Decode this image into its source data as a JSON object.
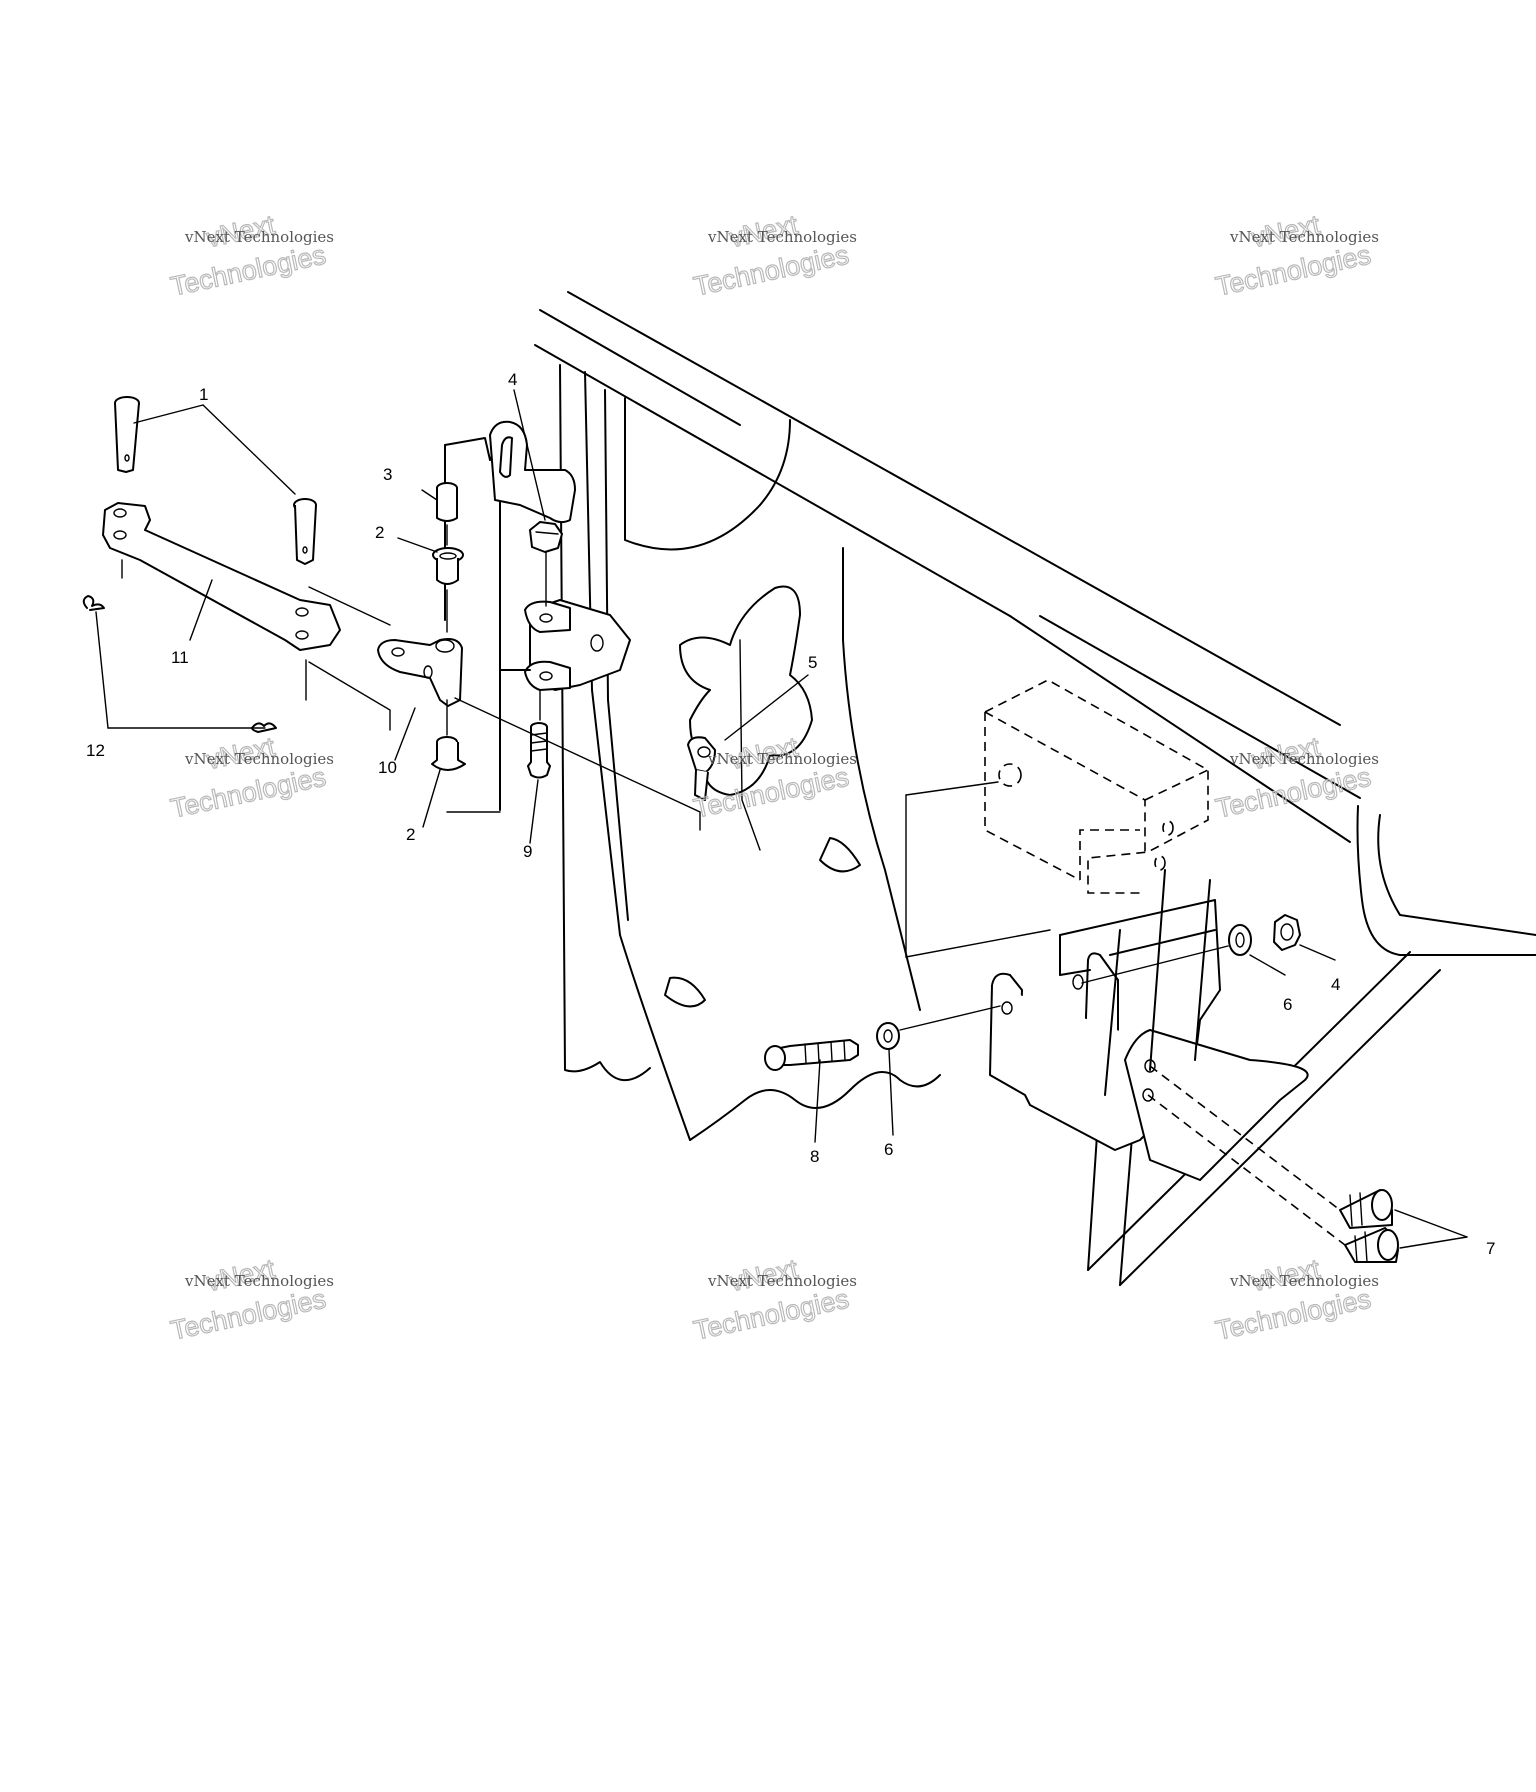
{
  "callouts": {
    "c1": "1",
    "c2a": "2",
    "c2b": "2",
    "c3": "3",
    "c4a": "4",
    "c4b": "4",
    "c5": "5",
    "c6a": "6",
    "c6b": "6",
    "c7": "7",
    "c8": "8",
    "c9": "9",
    "c10": "10",
    "c11": "11",
    "c12": "12"
  },
  "watermark": {
    "line1": "vNext Technologies",
    "line2": "Technologies",
    "line3": "vNext"
  }
}
